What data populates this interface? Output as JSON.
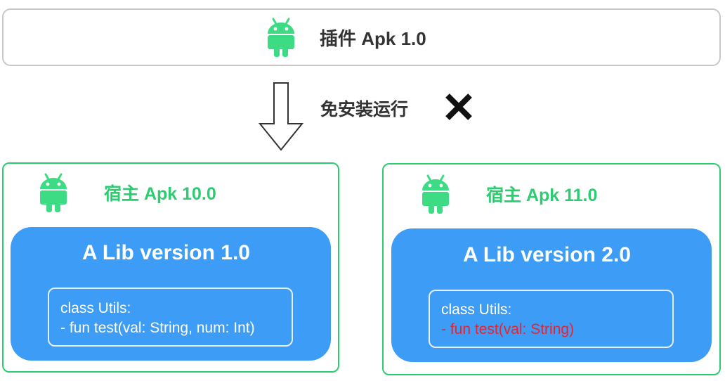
{
  "plugin": {
    "title": "插件 Apk 1.0"
  },
  "transition": {
    "label": "免安装运行",
    "status": "failed"
  },
  "hosts": [
    {
      "title": "宿主 Apk 10.0",
      "lib_title": "A Lib version 1.0",
      "code": {
        "class_line": "class Utils:",
        "method_line": "- fun test(val: String, num: Int)"
      }
    },
    {
      "title": "宿主 Apk 11.0",
      "lib_title": "A Lib version 2.0",
      "code": {
        "class_line": "class Utils:",
        "method_line": "- fun test(val: String)"
      }
    }
  ],
  "colors": {
    "android_green": "#3ddc84",
    "host_border": "#2ecc71",
    "lib_blue": "#3d9cf5",
    "changed_method": "#e8232e"
  }
}
